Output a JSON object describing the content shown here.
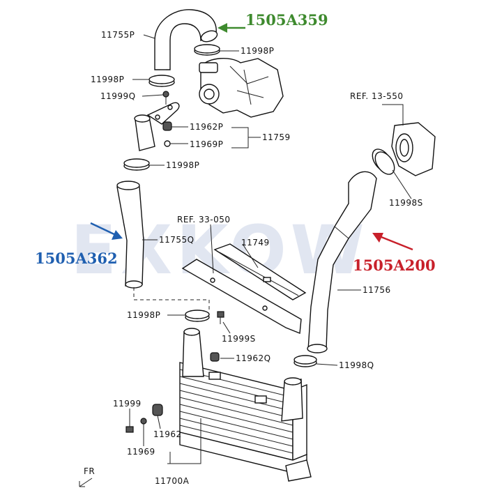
{
  "watermark": "EXKOW",
  "callouts": {
    "top": {
      "text": "1505A359",
      "color": "#3e8a2e"
    },
    "left": {
      "text": "1505A362",
      "color": "#1f5fb0"
    },
    "right": {
      "text": "1505A200",
      "color": "#c8202a"
    }
  },
  "labels": {
    "p11755P": "11755P",
    "p11998P_a": "11998P",
    "p11998P_b": "11998P",
    "p11999Q": "11999Q",
    "p11962P": "11962P",
    "p11969P": "11969P",
    "p11759": "11759",
    "p11998P_c": "11998P",
    "ref13550": "REF. 13-550",
    "p11998S": "11998S",
    "ref33050": "REF. 33-050",
    "p11749": "11749",
    "p11755Q": "11755Q",
    "p11756": "11756",
    "p11998P_d": "11998P",
    "p11999S": "11999S",
    "p11962Q": "11962Q",
    "p11998Q": "11998Q",
    "p11999": "11999",
    "p11962": "11962",
    "p11969": "11969",
    "p11700A": "11700A",
    "fr": "FR"
  }
}
